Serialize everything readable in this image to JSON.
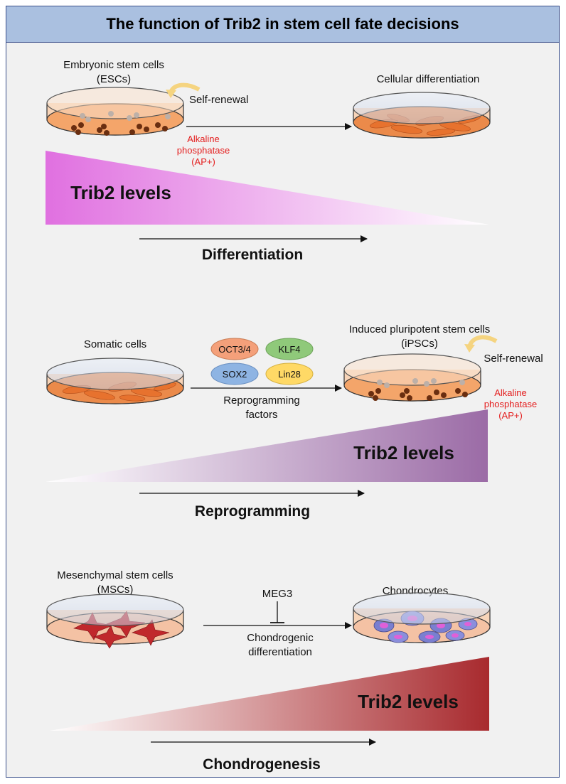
{
  "title": "The function of Trib2 in stem cell fate decisions",
  "panels": {
    "esc": {
      "source_line1": "Embryonic stem cells",
      "source_line2": "(ESCs)",
      "self_renewal": "Self-renewal",
      "ap_line1": "Alkaline",
      "ap_line2": "phosphatase",
      "ap_line3": "(AP+)",
      "target": "Cellular differentiation",
      "levels": "Trib2 levels",
      "process": "Differentiation"
    },
    "ipsc": {
      "source": "Somatic cells",
      "factors": [
        "OCT3/4",
        "KLF4",
        "SOX2",
        "Lin28"
      ],
      "factors_label_line1": "Reprogramming",
      "factors_label_line2": "factors",
      "target_line1": "Induced pluripotent stem cells",
      "target_line2": "(iPSCs)",
      "self_renewal": "Self-renewal",
      "ap_line1": "Alkaline",
      "ap_line2": "phosphatase",
      "ap_line3": "(AP+)",
      "levels": "Trib2 levels",
      "process": "Reprogramming"
    },
    "msc": {
      "source_line1": "Mesenchymal stem cells",
      "source_line2": "(MSCs)",
      "inhibitor": "MEG3",
      "arrow_label_line1": "Chondrogenic",
      "arrow_label_line2": "differentiation",
      "target": "Chondrocytes",
      "levels": "Trib2 levels",
      "process": "Chondrogenesis"
    }
  },
  "colors": {
    "frame_bg": "#f1f1f1",
    "title_bg": "#aac0e0",
    "ap_text": "#e41e1e",
    "wedge1": "#e070e0",
    "wedge2": "#9b6ba6",
    "wedge3": "#a82a2e",
    "factor_oct": "#f4a07a",
    "factor_klf": "#8fc97a",
    "factor_sox": "#8eb4e3",
    "factor_lin": "#ffd966"
  }
}
